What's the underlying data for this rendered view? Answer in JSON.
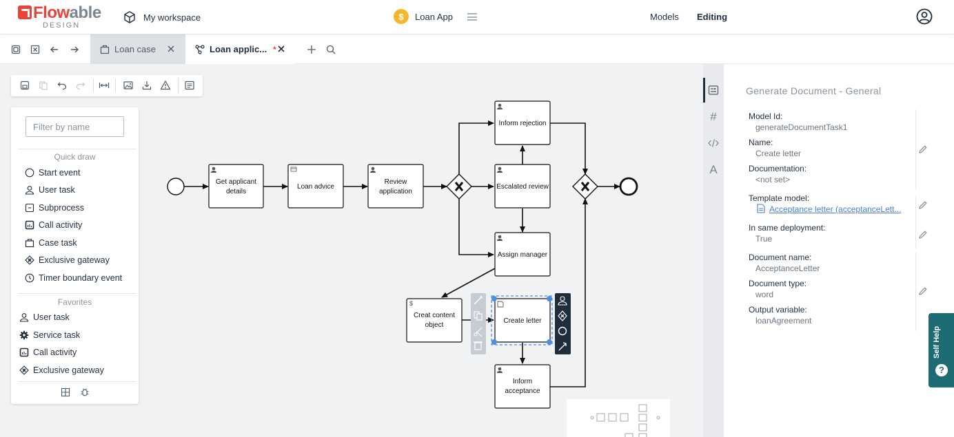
{
  "header": {
    "logo_text_a": "Flow",
    "logo_text_b": "able",
    "logo_sub": "DESIGN",
    "workspace_label": "My workspace",
    "app_name": "Loan App",
    "nav_models": "Models",
    "nav_editing": "Editing"
  },
  "tabs": [
    {
      "label": "Loan case",
      "active": false
    },
    {
      "label": "Loan applic...",
      "active": true,
      "dirty_marker": "*"
    }
  ],
  "palette": {
    "filter_placeholder": "Filter by name",
    "quick_draw_title": "Quick draw",
    "quick_draw": [
      "Start event",
      "User task",
      "Subprocess",
      "Call activity",
      "Case task",
      "Exclusive gateway",
      "Timer boundary event"
    ],
    "favorites_title": "Favorites",
    "favorites": [
      "User task",
      "Service task",
      "Call activity",
      "Exclusive gateway"
    ]
  },
  "diagram": {
    "tasks": {
      "get_applicant": [
        "Get applicant",
        "details"
      ],
      "loan_advice": [
        "Loan advice"
      ],
      "review_application": [
        "Review",
        "application"
      ],
      "inform_rejection": [
        "Inform rejection"
      ],
      "escalated_review": [
        "Escalated review"
      ],
      "assign_manager": [
        "Assign manager"
      ],
      "creat_content": [
        "Creat content",
        "object"
      ],
      "create_letter": [
        "Create letter"
      ],
      "inform_acceptance": [
        "Inform",
        "acceptance"
      ]
    },
    "selected_task": "create_letter"
  },
  "properties": {
    "title": "Generate Document - General",
    "fields": [
      {
        "label": "Model Id:",
        "value": "generateDocumentTask1"
      },
      {
        "label": "Name:",
        "value": "Create letter"
      },
      {
        "label": "Documentation:",
        "value": "<not set>"
      },
      {
        "label": "Template model:",
        "value": "Acceptance letter (acceptanceLett..."
      },
      {
        "label": "In same deployment:",
        "value": "True"
      },
      {
        "label": "Document name:",
        "value": "AcceptanceLetter"
      },
      {
        "label": "Document type:",
        "value": "word"
      },
      {
        "label": "Output variable:",
        "value": "loanAgreement"
      }
    ]
  },
  "self_help": {
    "label": "Self Help",
    "icon_text": "?"
  },
  "colors": {
    "brand_red": "#e8443a",
    "accent_yellow": "#f5b72a",
    "selection_blue": "#4a90e2",
    "self_help_teal": "#1d6b73"
  }
}
